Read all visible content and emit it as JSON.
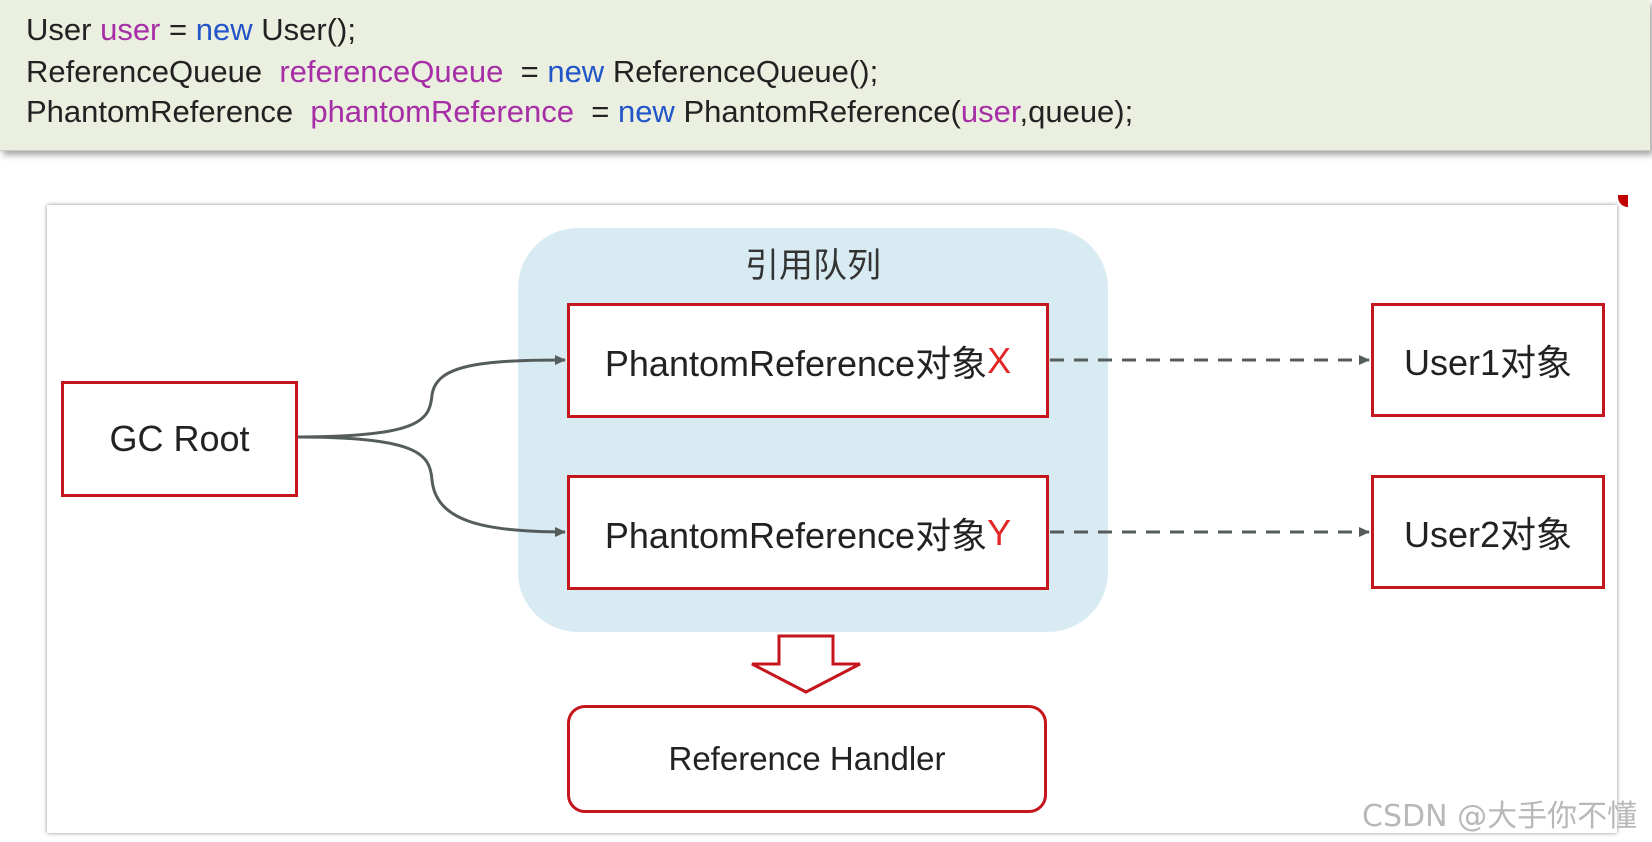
{
  "code": {
    "lines": [
      [
        {
          "t": "User ",
          "k": "plain"
        },
        {
          "t": "user",
          "k": "var"
        },
        {
          "t": " = ",
          "k": "plain"
        },
        {
          "t": "new",
          "k": "kw"
        },
        {
          "t": " User();",
          "k": "plain"
        }
      ],
      [
        {
          "t": "ReferenceQueue  ",
          "k": "plain"
        },
        {
          "t": "referenceQueue",
          "k": "var"
        },
        {
          "t": "  = ",
          "k": "plain"
        },
        {
          "t": "new",
          "k": "kw"
        },
        {
          "t": " ReferenceQueue();",
          "k": "plain"
        }
      ],
      [
        {
          "t": "PhantomReference  ",
          "k": "plain"
        },
        {
          "t": "phantomReference",
          "k": "var"
        },
        {
          "t": "  = ",
          "k": "plain"
        },
        {
          "t": "new",
          "k": "kw"
        },
        {
          "t": " PhantomReference(",
          "k": "plain"
        },
        {
          "t": "user",
          "k": "var"
        },
        {
          "t": ",queue);",
          "k": "plain"
        }
      ]
    ]
  },
  "diagram": {
    "queue_title": "引用队列",
    "gc_root": "GC Root",
    "phantom_x": {
      "label": "PhantomReference对象",
      "suffix": "X"
    },
    "phantom_y": {
      "label": "PhantomReference对象",
      "suffix": "Y"
    },
    "user1": "User1对象",
    "user2": "User2对象",
    "handler": "Reference Handler"
  },
  "watermark": "CSDN @大手你不懂",
  "colors": {
    "code_bg": "#ebefdf",
    "variable": "#a62ea6",
    "keyword": "#2255c8",
    "box_border": "#c5161d",
    "suffix": "#e32626",
    "queue_bg": "#d9ebf2",
    "connector": "#555c5c"
  }
}
